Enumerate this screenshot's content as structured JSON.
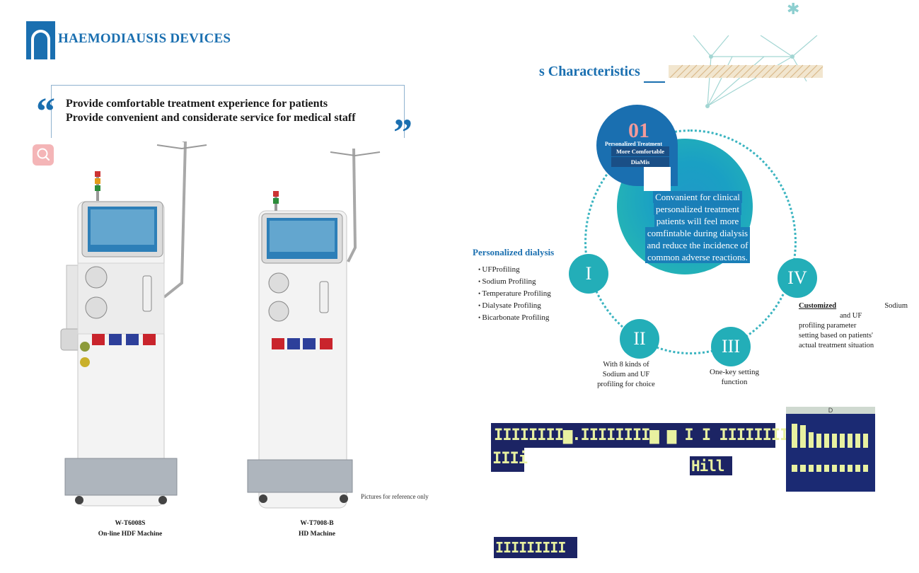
{
  "header": {
    "title": "HAEMODIAUSIS DEVICES"
  },
  "quote": {
    "line1": "Provide comfortable treatment experience for patients",
    "line2": "Provide convenient and considerate service for medical staff",
    "open_mark": "“",
    "close_mark": "”"
  },
  "machines": [
    {
      "model": "W-T6008S",
      "type": "On-line HDF Machine"
    },
    {
      "model": "W-T7008-B",
      "type": "HD Machine"
    }
  ],
  "reference_note": "Pictures for reference  only",
  "characteristics": {
    "title": "s Characteristics",
    "badge": {
      "number": "01",
      "line1": "Personalized Treatment",
      "line2": "More Comfortable",
      "line3": "DiaMis"
    },
    "center_text": [
      "Convanient for clinical",
      "personalized treatment",
      "patients will feel more",
      "comfintable during dialysis",
      "and reduce the incidence of",
      "common adverse reactions."
    ],
    "nodes": [
      "I",
      "II",
      "III",
      "IV"
    ],
    "personalized": {
      "title": "Personalized dialysis",
      "items": [
        "UFProfiling",
        "Sodium  Profiling",
        "Temperature Profiling",
        "Dialysate Profiling",
        "Bicarbonate Profiling"
      ]
    },
    "node2_text": [
      "With 8 kinds of",
      "Sodium and UF",
      "profiling for choice"
    ],
    "node3_text": [
      "One-key setting",
      "function"
    ],
    "node4_text": {
      "head": "Customized",
      "tail": "Sodium",
      "lines": [
        "and UF",
        "profiling parameter",
        "setting based on patients'",
        "actual treatment situation"
      ]
    }
  },
  "lower": {
    "bar_main_text": "IIIIIIII▆.IIIIIIII▆ ▆ I I IIIIIIIII",
    "bar_sub1_text": "IIIi",
    "bar_sub2_text": "Hill",
    "bar_bottom_text": "IIIIIIIII",
    "screen_label": "D"
  },
  "colors": {
    "brand": "#1a6fb0",
    "teal": "#23aeb8",
    "pink": "#f4b5b7",
    "navy": "#1c2464"
  }
}
